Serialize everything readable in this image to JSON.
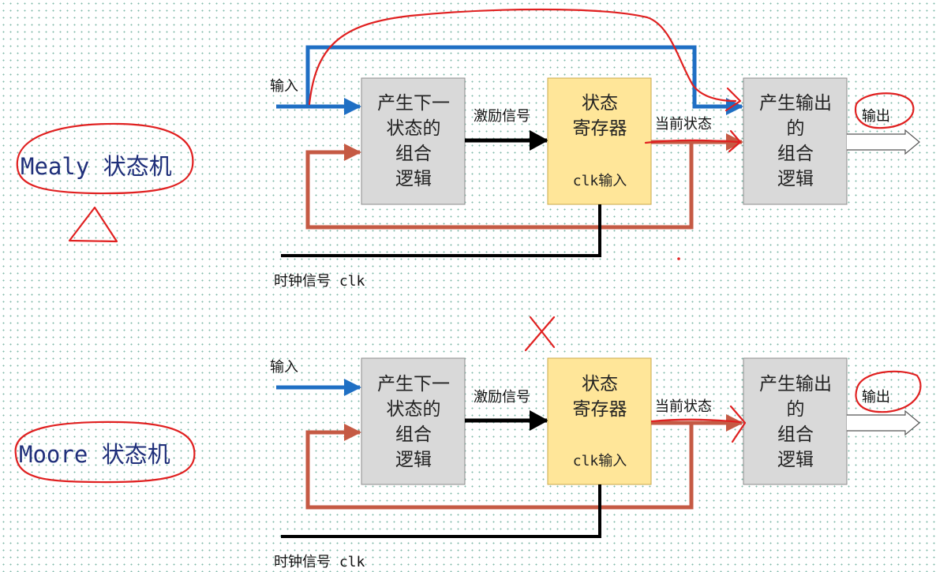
{
  "mealy": {
    "title": "Mealy 状态机",
    "input_label": "输入",
    "next_state_logic": [
      "产生下一",
      "状态的",
      "组合",
      "逻辑"
    ],
    "excitation_label": "激励信号",
    "state_register": [
      "状态",
      "寄存器"
    ],
    "clk_input": "clk输入",
    "current_state_label": "当前状态",
    "output_logic": [
      "产生输出",
      "的",
      "组合",
      "逻辑"
    ],
    "output_label": "输出",
    "clock_label": "时钟信号 clk"
  },
  "moore": {
    "title": "Moore 状态机",
    "input_label": "输入",
    "next_state_logic": [
      "产生下一",
      "状态的",
      "组合",
      "逻辑"
    ],
    "excitation_label": "激励信号",
    "state_register": [
      "状态",
      "寄存器"
    ],
    "clk_input": "clk输入",
    "current_state_label": "当前状态",
    "output_logic": [
      "产生输出",
      "的",
      "组合",
      "逻辑"
    ],
    "output_label": "输出",
    "clock_label": "时钟信号 clk"
  },
  "colors": {
    "input_arrow": "#1f6fc4",
    "feedback_arrow": "#c55a44",
    "signal_arrow": "#000000",
    "annotation": "#e02020",
    "logic_box": "#d9d9d9",
    "register_box": "#ffe699"
  }
}
